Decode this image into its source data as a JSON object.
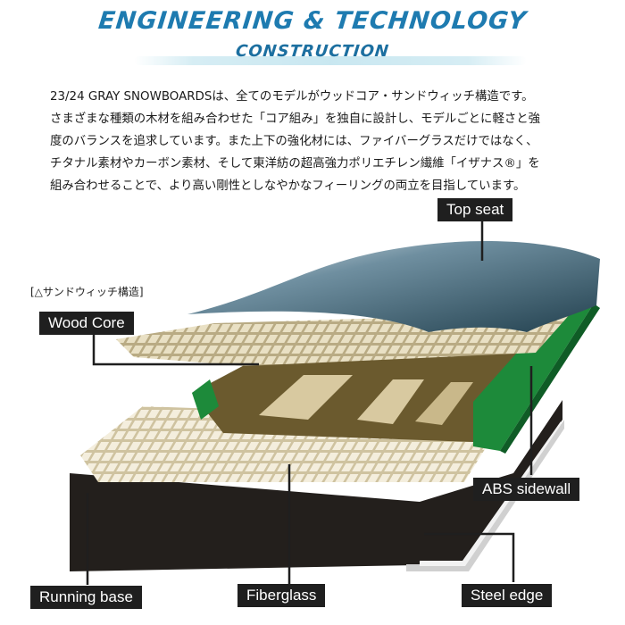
{
  "header": {
    "title": "ENGINEERING & TECHNOLOGY",
    "subtitle": "CONSTRUCTION",
    "title_color": "#1e7bb0",
    "subtitle_color": "#1c6fa0"
  },
  "intro": {
    "lines": [
      "23/24 GRAY SNOWBOARDSは、全てのモデルがウッドコア・サンドウィッチ構造です。",
      "さまざまな種類の木材を組み合わせた「コア組み」を独自に設計し、モデルごとに軽さと強",
      "度のバランスを追求しています。また上下の強化材には、ファイバーグラスだけではなく、",
      "チタナル素材やカーボン素材、そして東洋紡の超高強力ポリエチレン繊維「イザナス®」を",
      "組み合わせることで、より高い剛性としなやかなフィーリングの両立を目指しています。"
    ]
  },
  "diagram": {
    "caption": "[△サンドウィッチ構造]",
    "labels": {
      "top_seat": "Top seat",
      "wood_core": "Wood Core",
      "abs_sidewall": "ABS sidewall",
      "running_base": "Running base",
      "fiberglass": "Fiberglass",
      "steel_edge": "Steel edge"
    },
    "colors": {
      "top_seat": "#2e4f61",
      "wood_dark": "#6b5a2e",
      "wood_light": "#d8c9a0",
      "sidewall": "#1d8a3a",
      "fiberglass": "#e6dcc2",
      "base": "#231f1c",
      "edge": "#c9c9c9",
      "label_bg": "#1f1f1f"
    }
  }
}
